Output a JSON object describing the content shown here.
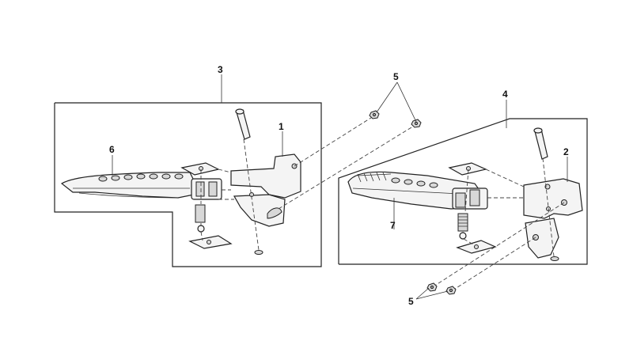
{
  "callouts": {
    "c1": "1",
    "c2": "2",
    "c3": "3",
    "c4": "4",
    "c5_top": "5",
    "c5_bottom": "5",
    "c6": "6",
    "c7": "7"
  }
}
